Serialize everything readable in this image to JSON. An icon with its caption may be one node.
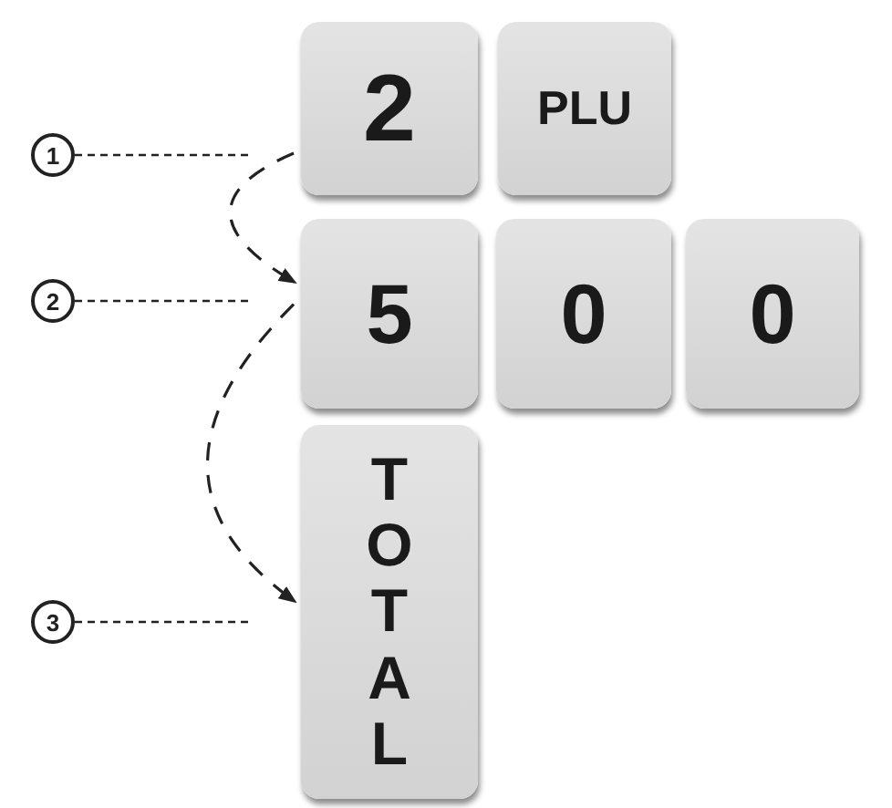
{
  "diagram": {
    "nodes": [
      {
        "text": [
          "2"
        ]
      },
      {
        "text": [
          "PLU"
        ]
      },
      {
        "text": [
          "5"
        ]
      },
      {
        "text": [
          "0"
        ]
      },
      {
        "text": [
          "0"
        ]
      },
      {
        "text": [
          "TOTAL"
        ]
      },
      {
        "text": [
          "1"
        ]
      },
      {
        "text": [
          "2"
        ]
      },
      {
        "text": [
          "3"
        ]
      }
    ],
    "edges": [
      {
        "from": 6,
        "to": 0,
        "arrow": "none",
        "style": "dashed"
      },
      {
        "from": 7,
        "to": 2,
        "arrow": "none",
        "style": "dashed"
      },
      {
        "from": 8,
        "to": 5,
        "arrow": "none",
        "style": "dashed"
      },
      {
        "from": 0,
        "to": 2,
        "arrow": "to",
        "style": "dashed"
      },
      {
        "from": 2,
        "to": 5,
        "arrow": "to",
        "style": "dashed"
      }
    ]
  }
}
